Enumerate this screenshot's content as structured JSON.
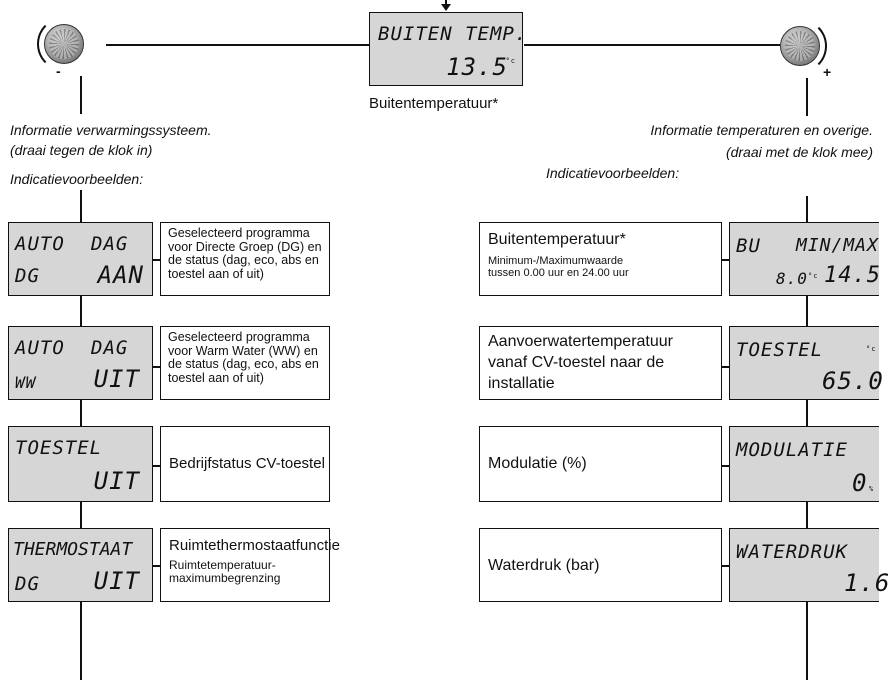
{
  "top_display": {
    "line1": "BUITEN TEMP.",
    "value": "13.5",
    "unit": "°c",
    "caption": "Buitentemperatuur*"
  },
  "left_knob": {
    "sign": "-"
  },
  "right_knob": {
    "sign": "+"
  },
  "left_heading": {
    "line1": "Informatie verwarmingssysteem.",
    "line2": "(draai tegen de klok in)",
    "examples": "Indicatievoorbeelden:"
  },
  "right_heading": {
    "line1": "Informatie temperaturen en overige.",
    "line2": "(draai met de klok mee)",
    "examples": "Indicatievoorbeelden:"
  },
  "left_items": [
    {
      "lcd_tl": "AUTO",
      "lcd_tr": "DAG",
      "lcd_bl": "DG",
      "lcd_br": "AAN",
      "desc": "Geselecteerd programma voor Directe Groep (DG) en de status (dag, eco, abs en toestel aan of uit)"
    },
    {
      "lcd_tl": "AUTO",
      "lcd_tr": "DAG",
      "lcd_bl": "WW",
      "lcd_br": "UIT",
      "desc": "Geselecteerd programma voor Warm Water (WW) en de status (dag, eco, abs en toestel aan of uit)"
    },
    {
      "lcd_tl": "TOESTEL",
      "lcd_tr": "",
      "lcd_bl": "",
      "lcd_br": "UIT",
      "desc": "Bedrijfstatus CV-toestel"
    },
    {
      "lcd_tl": "THERMOSTAAT",
      "lcd_tr": "",
      "lcd_bl": "DG",
      "lcd_br": "UIT",
      "desc_title": "Ruimtethermostaatfunctie",
      "desc": "Ruimtetemperatuur-maximumbegrenzing"
    }
  ],
  "right_items": [
    {
      "box_title": "Buitentemperatuur*",
      "box_sub": "Minimum-/Maximumwaarde tussen 0.00 uur en 24.00 uur",
      "lcd_tl": "BU",
      "lcd_tr": "MIN/MAX",
      "lcd_bl": "8.0",
      "lcd_bl_unit": "°c",
      "lcd_br": "14.5",
      "lcd_unit": ""
    },
    {
      "box_title": "Aanvoerwatertemperatuur vanaf CV-toestel naar de installatie",
      "lcd_tl": "TOESTEL",
      "lcd_tr": "",
      "lcd_br": "65.0",
      "lcd_unit": "°c"
    },
    {
      "box_title": "Modulatie (%)",
      "lcd_tl": "MODULATIE",
      "lcd_tr": "",
      "lcd_br": "0",
      "lcd_unit": "%"
    },
    {
      "box_title": "Waterdruk (bar)",
      "lcd_tl": "WATERDRUK",
      "lcd_tr": "",
      "lcd_br": "1.6",
      "lcd_unit": ""
    }
  ]
}
